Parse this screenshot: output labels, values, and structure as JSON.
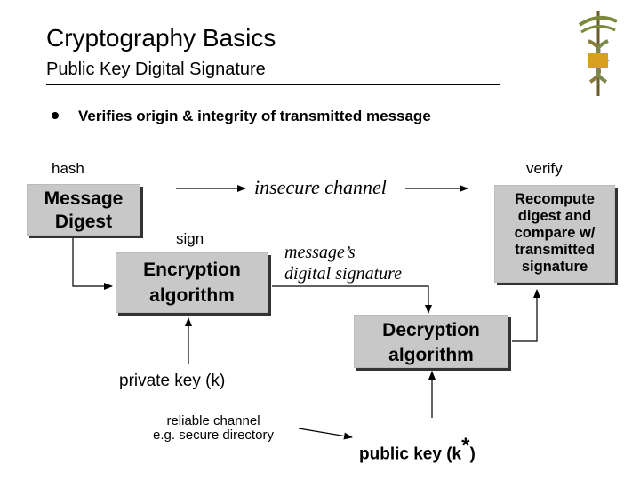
{
  "slide": {
    "title": "Cryptography Basics",
    "subtitle": "Public Key Digital Signature",
    "bullet": "Verifies origin & integrity of transmitted message"
  },
  "diagram": {
    "hash_label": "hash",
    "verify_label": "verify",
    "sign_label": "sign",
    "message_digest": [
      "Message",
      "Digest"
    ],
    "insecure_channel": "insecure channel",
    "signature_label": [
      "message’s",
      "digital signature"
    ],
    "encryption_box": [
      "Encryption",
      "algorithm"
    ],
    "decryption_box": [
      "Decryption",
      "algorithm"
    ],
    "recompute_box": [
      "Recompute",
      "digest and",
      "compare w/",
      "transmitted",
      "signature"
    ],
    "private_key": "private key (k)",
    "reliable_channel": [
      "reliable channel",
      "e.g. secure directory"
    ],
    "public_key": "public key (k",
    "public_key_star": "*",
    "public_key_close": ")"
  },
  "logo": {
    "icon": "caduceus-icon"
  }
}
